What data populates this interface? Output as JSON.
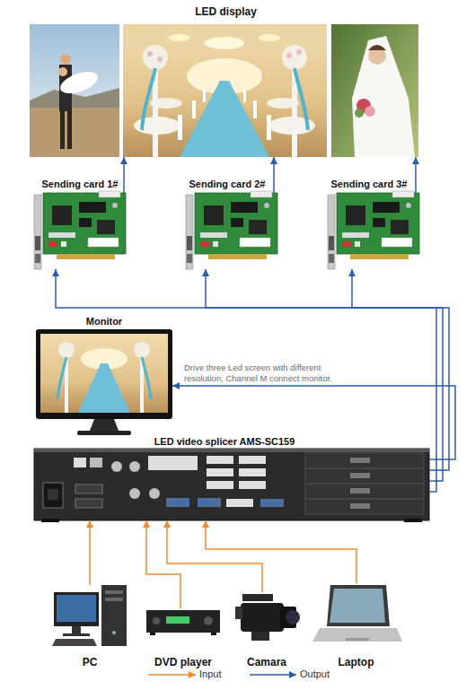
{
  "diagram": {
    "nodes": [
      {
        "text": [
          "LED display"
        ]
      },
      {
        "text": [
          "Sending card 1#"
        ]
      },
      {
        "text": [
          "Sending card 2#"
        ]
      },
      {
        "text": [
          "Sending card 3#"
        ]
      },
      {
        "text": [
          "Monitor"
        ]
      },
      {
        "text": [
          "LED video splicer AMS-SC159"
        ]
      },
      {
        "text": [
          "PC"
        ]
      },
      {
        "text": [
          "DVD player"
        ]
      },
      {
        "text": [
          "Camara"
        ]
      },
      {
        "text": [
          "Laptop"
        ]
      }
    ],
    "edges": [
      {
        "from": 6,
        "to": 5,
        "arrow": "to"
      },
      {
        "from": 7,
        "to": 5,
        "arrow": "to"
      },
      {
        "from": 8,
        "to": 5,
        "arrow": "to"
      },
      {
        "from": 9,
        "to": 5,
        "arrow": "to"
      },
      {
        "from": 5,
        "to": 4,
        "arrow": "to"
      },
      {
        "from": 5,
        "to": 1,
        "arrow": "to"
      },
      {
        "from": 5,
        "to": 2,
        "arrow": "to"
      },
      {
        "from": 5,
        "to": 3,
        "arrow": "to"
      },
      {
        "from": 1,
        "to": 0,
        "arrow": "to"
      },
      {
        "from": 2,
        "to": 0,
        "arrow": "to"
      },
      {
        "from": 3,
        "to": 0,
        "arrow": "to"
      }
    ],
    "labels": [
      "Drive three Led screen with different resolution, Channel M connect monitor."
    ],
    "legend": [
      {
        "text": "Input"
      },
      {
        "text": "Output"
      }
    ]
  }
}
